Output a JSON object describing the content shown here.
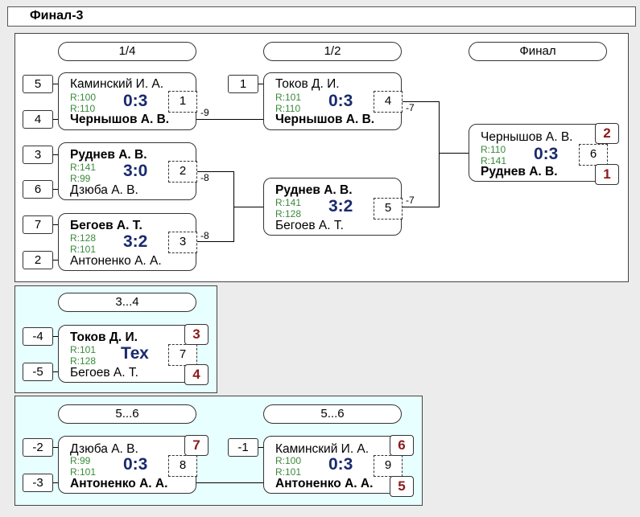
{
  "title": "Финал-3",
  "round_labels": {
    "quarter": "1/4",
    "semi": "1/2",
    "final": "Финал",
    "third": "3...4",
    "fifth_a": "5...6",
    "fifth_b": "5...6"
  },
  "seeds": {
    "q1_top": "5",
    "q1_bot": "4",
    "q2_top": "3",
    "q2_bot": "6",
    "q3_top": "7",
    "q3_bot": "2",
    "s1_top": "1",
    "t_top": "-4",
    "t_bot": "-5",
    "f1_top": "-2",
    "f1_bot": "-3",
    "f2_top": "-1"
  },
  "matches": {
    "m1": {
      "top": "Каминский И. А.",
      "r1": "R:100",
      "r2": "R:110",
      "score": "0:3",
      "num": "1",
      "bot": "Чернышов А. В.",
      "diff": "-9"
    },
    "m2": {
      "top": "Руднев А. В.",
      "r1": "R:141",
      "r2": "R:99",
      "score": "3:0",
      "num": "2",
      "bot": "Дзюба А. В.",
      "diff": "-8"
    },
    "m3": {
      "top": "Бегоев А. Т.",
      "r1": "R:128",
      "r2": "R:101",
      "score": "3:2",
      "num": "3",
      "bot": "Антоненко А. А.",
      "diff": "-8"
    },
    "m4": {
      "top": "Токов Д. И.",
      "r1": "R:101",
      "r2": "R:110",
      "score": "0:3",
      "num": "4",
      "bot": "Чернышов А. В.",
      "diff": "-7"
    },
    "m5": {
      "top": "Руднев А. В.",
      "r1": "R:141",
      "r2": "R:128",
      "score": "3:2",
      "num": "5",
      "bot": "Бегоев А. Т.",
      "diff": "-7"
    },
    "m6": {
      "top": "Чернышов А. В.",
      "r1": "R:110",
      "r2": "R:141",
      "score": "0:3",
      "num": "6",
      "bot": "Руднев А. В.",
      "place_top": "2",
      "place_bot": "1"
    },
    "m7": {
      "top": "Токов Д. И.",
      "r1": "R:101",
      "r2": "R:128",
      "score": "Тех",
      "num": "7",
      "bot": "Бегоев А. Т.",
      "place_top": "3",
      "place_bot": "4"
    },
    "m8": {
      "top": "Дзюба А. В.",
      "r1": "R:99",
      "r2": "R:101",
      "score": "0:3",
      "num": "8",
      "bot": "Антоненко А. А.",
      "place_top": "7"
    },
    "m9": {
      "top": "Каминский И. А.",
      "r1": "R:100",
      "r2": "R:101",
      "score": "0:3",
      "num": "9",
      "bot": "Антоненко А. А.",
      "place_top": "6",
      "place_bot": "5"
    }
  },
  "colors": {
    "panel_main": "#ffffff",
    "panel_places": "#e8ffff",
    "score": "#1a2a6e",
    "rating": "#3a8a3a",
    "place": "#8b1a1a"
  }
}
